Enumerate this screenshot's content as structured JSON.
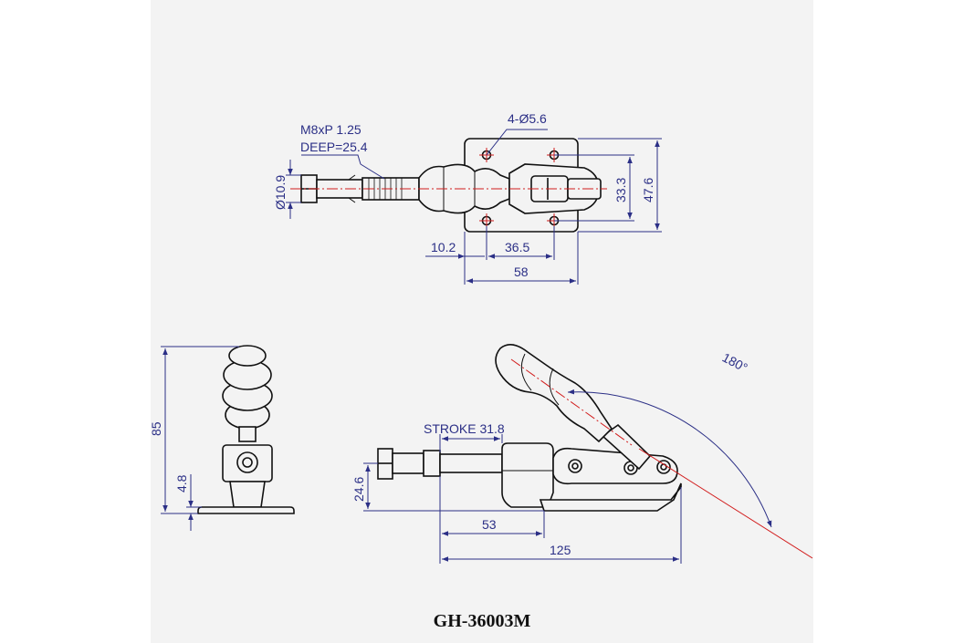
{
  "drawing": {
    "model": "GH-36003M",
    "top_view": {
      "thread_line1": "M8xP 1.25",
      "thread_line2": "DEEP=25.4",
      "holes": "4-Ø5.6",
      "rod_dia": "Ø10.9",
      "dim_33_3": "33.3",
      "dim_47_6": "47.6",
      "dim_10_2": "10.2",
      "dim_36_5": "36.5",
      "dim_58": "58"
    },
    "side_view": {
      "dim_85": "85",
      "dim_4_8": "4.8"
    },
    "front_view": {
      "stroke": "STROKE 31.8",
      "angle": "180°",
      "dim_24_6": "24.6",
      "dim_53": "53",
      "dim_125": "125"
    }
  },
  "colors": {
    "dimension": "#2b2f86",
    "centerline": "#d21d1d",
    "part": "#111111"
  }
}
